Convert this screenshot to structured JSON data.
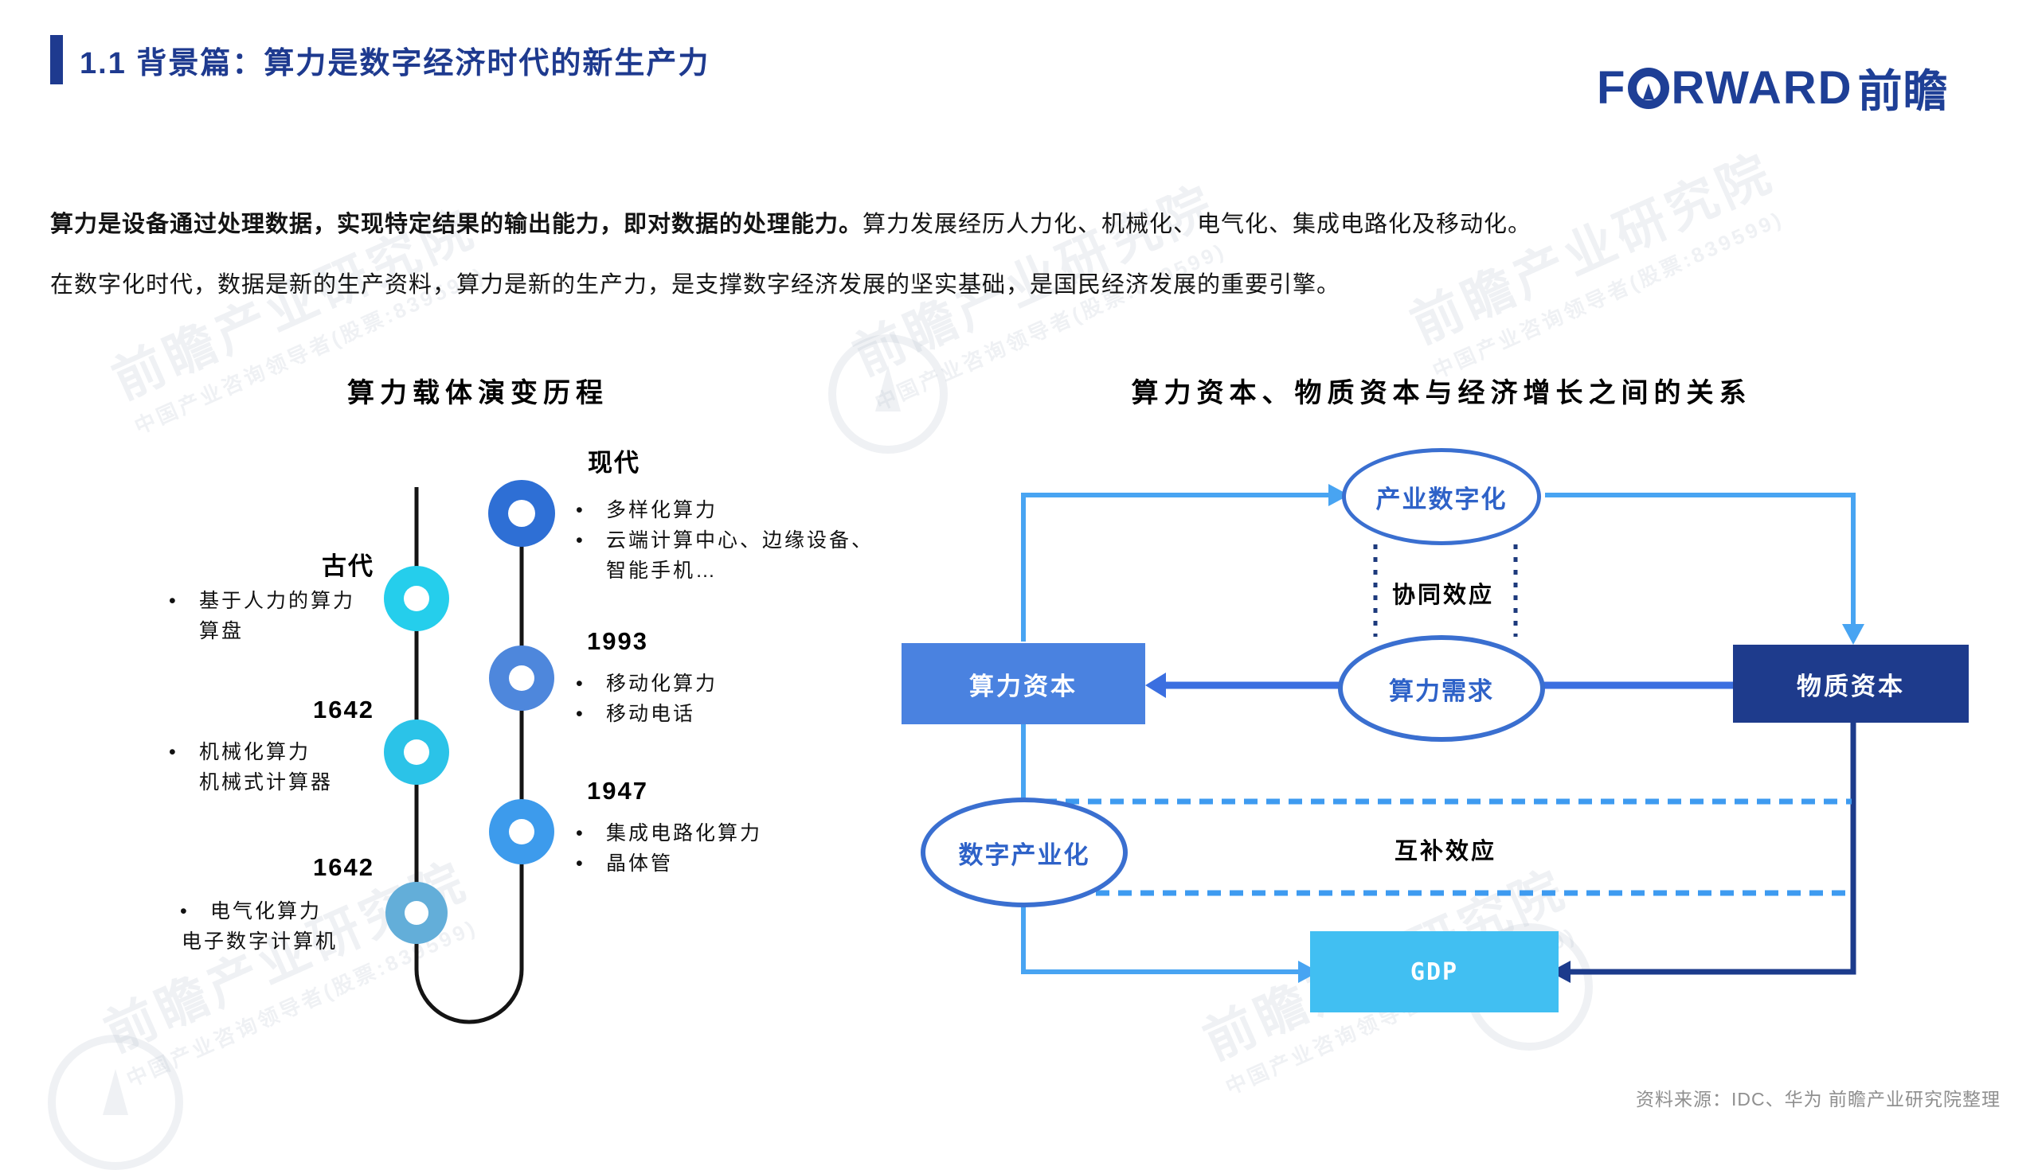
{
  "header": {
    "title": "1.1 背景篇：算力是数字经济时代的新生产力",
    "logo": {
      "prefix": "F",
      "suffix": "RWARD",
      "cn": "前瞻"
    }
  },
  "intro": {
    "line1_bold": "算力是设备通过处理数据，实现特定结果的输出能力，即对数据的处理能力。",
    "line1_regular": "算力发展经历人力化、机械化、电气化、集成电路化及移动化。",
    "line2": "在数字化时代，数据是新的生产资料，算力是新的生产力，是支撑数字经济发展的坚实基础，是国民经济发展的重要引擎。"
  },
  "timeline": {
    "title": "算力载体演变历程",
    "nodes": [
      {
        "label": "现代",
        "color": "#2e6fd5",
        "bullet1": "多样化算力",
        "bullet2": "云端计算中心、边缘设备、智能手机…"
      },
      {
        "label": "古代",
        "color": "#25ceec",
        "bullet1": "基于人力的算力",
        "line2": "算盘"
      },
      {
        "label": "1993",
        "color": "#4e87dc",
        "bullet1": "移动化算力",
        "bullet2": "移动电话"
      },
      {
        "label": "1642",
        "color": "#2bc3e8",
        "bullet1": "机械化算力",
        "line2": "机械式计算器"
      },
      {
        "label": "1947",
        "color": "#3d9bec",
        "bullet1": "集成电路化算力",
        "bullet2": "晶体管"
      },
      {
        "label": "1642",
        "color": "#63aed9",
        "bullet1": "电气化算力",
        "line2": "电子数字计算机"
      }
    ],
    "bullet_char": "•"
  },
  "relation": {
    "title": "算力资本、物质资本与经济增长之间的关系",
    "ellipse_top": "产业数字化",
    "ellipse_mid": "算力需求",
    "ellipse_left": "数字产业化",
    "box_left": "算力资本",
    "box_right": "物质资本",
    "box_gdp": "GDP",
    "label_synergy": "协同效应",
    "label_complement": "互补效应"
  },
  "footer": {
    "source": "资料来源：IDC、华为 前瞻产业研究院整理"
  },
  "watermark": {
    "line1": "前瞻产业研究院",
    "line2": "中国产业咨询领导者(股票:839599)"
  },
  "colors": {
    "navy": "#1e3a8f",
    "timeline_line": "#141414",
    "arrow_cyan": "#48a4f2",
    "arrow_royal": "#3b6fe0",
    "arrow_navy": "#1c3b8c",
    "dashed_blue": "#3e9bf0",
    "dotted_navy": "#1d3a7c",
    "ellipse_border": "#3a6fd0",
    "ellipse_text": "#2e62c8",
    "box_left_bg": "#4a82e0",
    "box_right_bg": "#1e3b8c",
    "box_gdp_bg": "#41bff2",
    "title_text": "#1e3a8f",
    "source_text": "#8f8f8f"
  }
}
